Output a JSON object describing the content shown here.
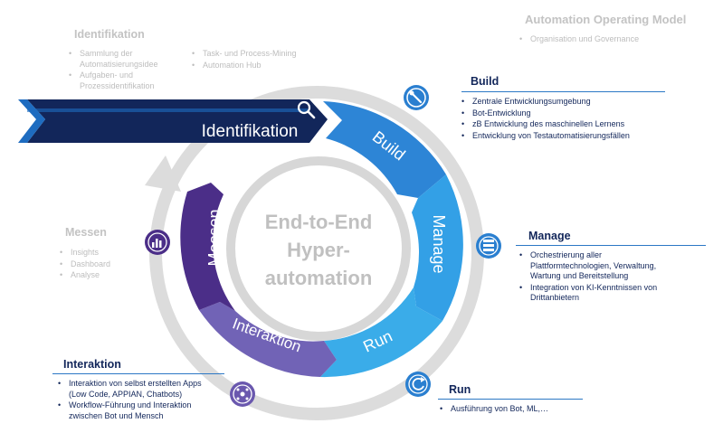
{
  "header": {
    "aom_title": "Automation Operating Model",
    "aom_items": [
      "Organisation und Governance"
    ]
  },
  "identifikation": {
    "title": "Identifikation",
    "col1": [
      "Sammlung der Automatisierungsidee",
      "Aufgaben- und Prozessidentifikation"
    ],
    "col2": [
      "Task- und Process-Mining",
      "Automation Hub"
    ],
    "banner_label": "Identifikation"
  },
  "center": {
    "line1": "End-to-End",
    "line2": "Hyper-",
    "line3": "automation"
  },
  "segments": {
    "build": "Build",
    "manage": "Manage",
    "run": "Run",
    "interaktion": "Interaktion",
    "messen": "Messen"
  },
  "build": {
    "title": "Build",
    "items": [
      "Zentrale Entwicklungsumgebung",
      "Bot-Entwicklung",
      "zB Entwicklung des maschinellen Lernens",
      "Entwicklung von Testautomatisierungsfällen"
    ]
  },
  "manage": {
    "title": "Manage",
    "items": [
      "Orchestrierung aller Plattformtechnologien, Verwaltung, Wartung und Bereitstellung",
      "Integration von KI-Kenntnissen von Drittanbietern"
    ]
  },
  "run": {
    "title": "Run",
    "items": [
      "Ausführung von Bot, ML,…"
    ]
  },
  "interaktion": {
    "title": "Interaktion",
    "items": [
      "Interaktion von selbst erstellten Apps (Low Code, APPIAN, Chatbots)",
      "Workflow-Führung und Interaktion zwischen Bot und Mensch"
    ]
  },
  "messen": {
    "title": "Messen",
    "items": [
      "Insights",
      "Dashboard",
      "Analyse"
    ]
  },
  "icons": {
    "build": "wrench-icon",
    "manage": "server-stack-icon",
    "run": "refresh-icon",
    "interaktion": "network-icon",
    "messen": "chart-icon",
    "search": "search-icon"
  },
  "colors": {
    "navy": "#12265a",
    "blue": "#1e6cc0",
    "light_blue": "#3aa8e8",
    "purple_dark": "#4a2c86",
    "purple_light": "#7665b8",
    "gray": "#d9d9d9",
    "gray_text": "#c3c3c3"
  }
}
